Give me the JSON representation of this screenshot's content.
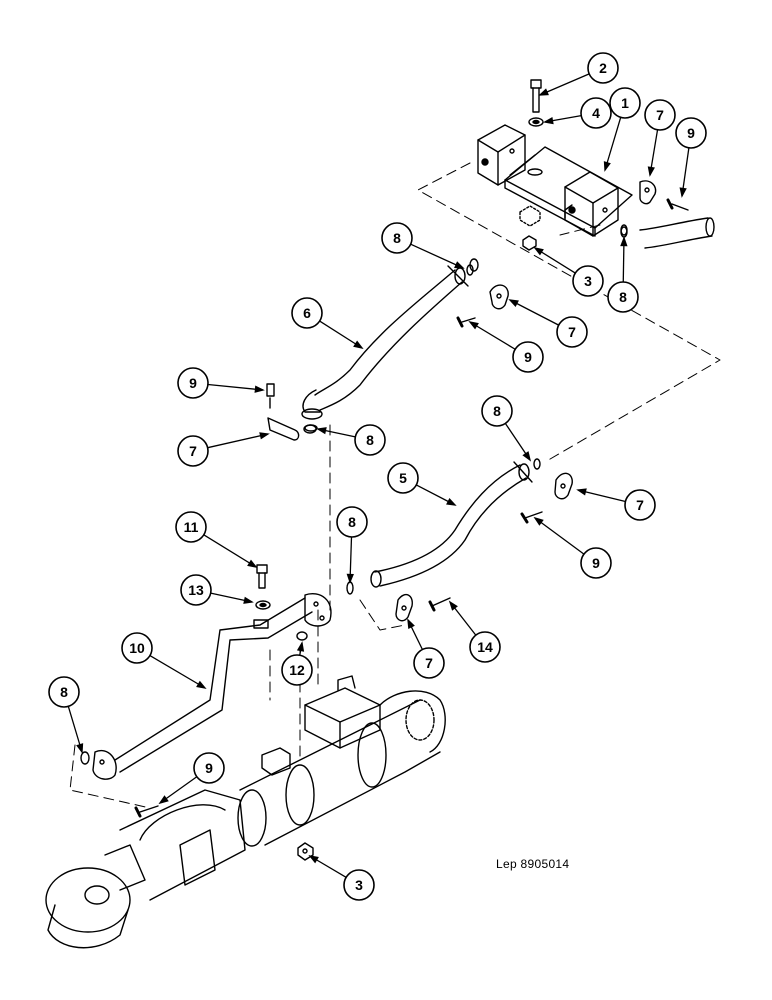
{
  "document_ref": "Lep 8905014",
  "callouts": [
    {
      "id": "c2a",
      "label": "2"
    },
    {
      "id": "c4a",
      "label": "4"
    },
    {
      "id": "c1a",
      "label": "1"
    },
    {
      "id": "c7a",
      "label": "7"
    },
    {
      "id": "c9a",
      "label": "9"
    },
    {
      "id": "c8a",
      "label": "8"
    },
    {
      "id": "c3a",
      "label": "3"
    },
    {
      "id": "c8b",
      "label": "8"
    },
    {
      "id": "c6a",
      "label": "6"
    },
    {
      "id": "c7b",
      "label": "7"
    },
    {
      "id": "c9b",
      "label": "9"
    },
    {
      "id": "c9c",
      "label": "9"
    },
    {
      "id": "c7c",
      "label": "7"
    },
    {
      "id": "c8c",
      "label": "8"
    },
    {
      "id": "c8d",
      "label": "8"
    },
    {
      "id": "c5a",
      "label": "5"
    },
    {
      "id": "c7d",
      "label": "7"
    },
    {
      "id": "c9d",
      "label": "9"
    },
    {
      "id": "c11a",
      "label": "11"
    },
    {
      "id": "c8e",
      "label": "8"
    },
    {
      "id": "c13a",
      "label": "13"
    },
    {
      "id": "c10a",
      "label": "10"
    },
    {
      "id": "c12a",
      "label": "12"
    },
    {
      "id": "c7e",
      "label": "7"
    },
    {
      "id": "c14a",
      "label": "14"
    },
    {
      "id": "c8f",
      "label": "8"
    },
    {
      "id": "c9e",
      "label": "9"
    },
    {
      "id": "c3b",
      "label": "3"
    }
  ]
}
